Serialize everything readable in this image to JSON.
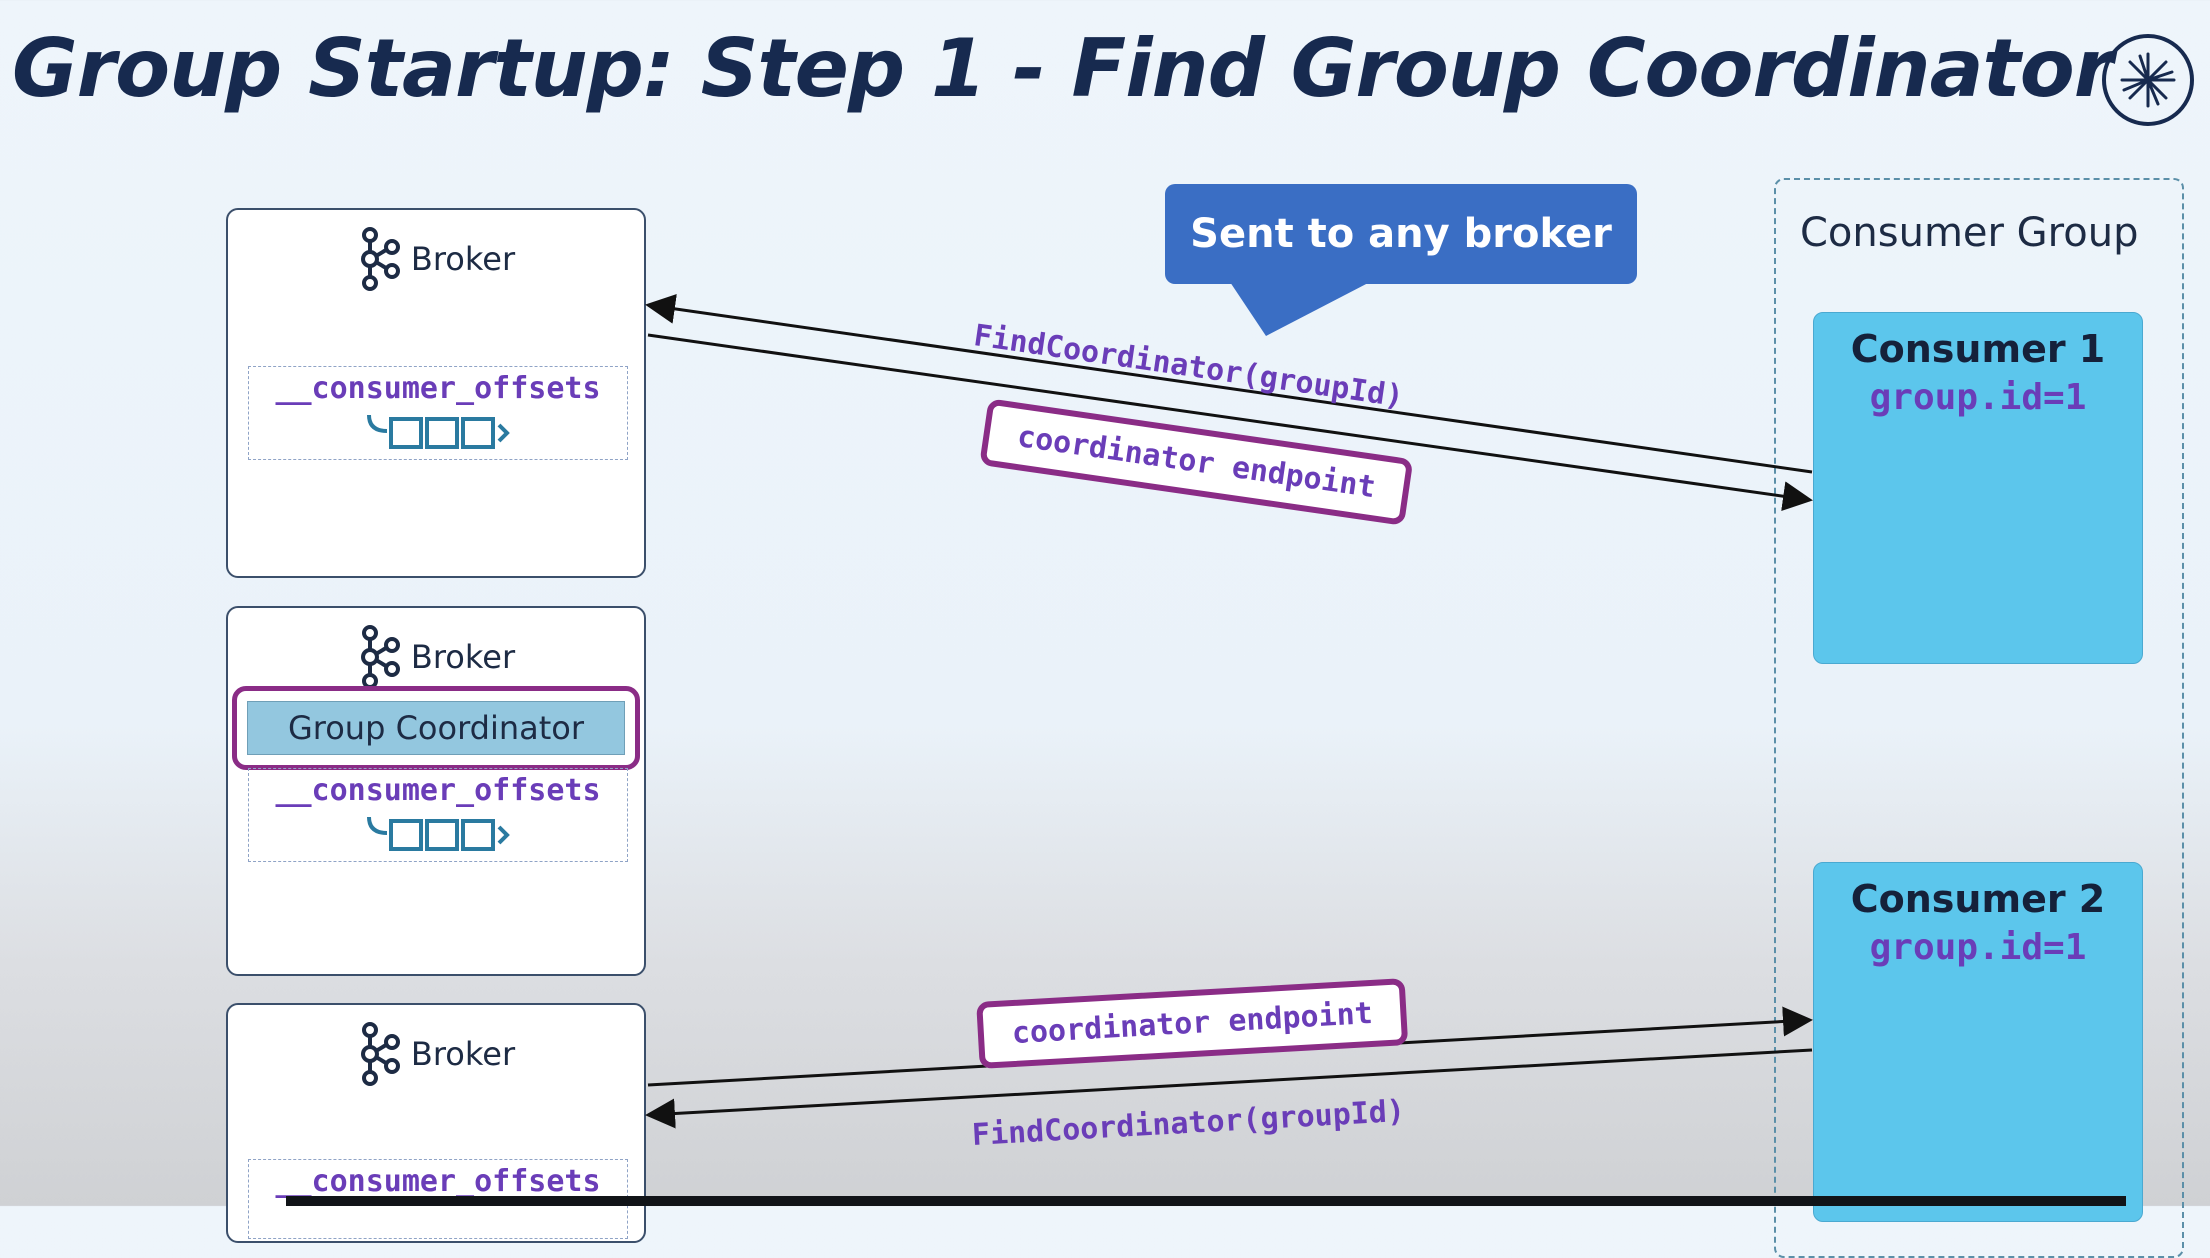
{
  "title": "Group Startup: Step 1 - Find Group Coordinator",
  "callout": "Sent to any broker",
  "brokers": [
    {
      "label": "Broker",
      "offsets": "__consumer_offsets"
    },
    {
      "label": "Broker",
      "coordinator": "Group Coordinator",
      "offsets": "__consumer_offsets"
    },
    {
      "label": "Broker",
      "offsets": "__consumer_offsets"
    }
  ],
  "consumer_group": {
    "label": "Consumer Group",
    "consumers": [
      {
        "name": "Consumer 1",
        "group_id": "group.id=1"
      },
      {
        "name": "Consumer 2",
        "group_id": "group.id=1"
      }
    ]
  },
  "messages": {
    "top_request": "FindCoordinator(groupId)",
    "top_response": "coordinator endpoint",
    "bottom_response": "coordinator endpoint",
    "bottom_request": "FindCoordinator(groupId)"
  },
  "colors": {
    "title": "#172a4f",
    "highlight": "#8a2c86",
    "mono_text": "#6a3db8",
    "consumer_fill": "#5cc6ec",
    "callout_fill": "#3a6ec4",
    "coordinator_fill": "#93c7df"
  }
}
